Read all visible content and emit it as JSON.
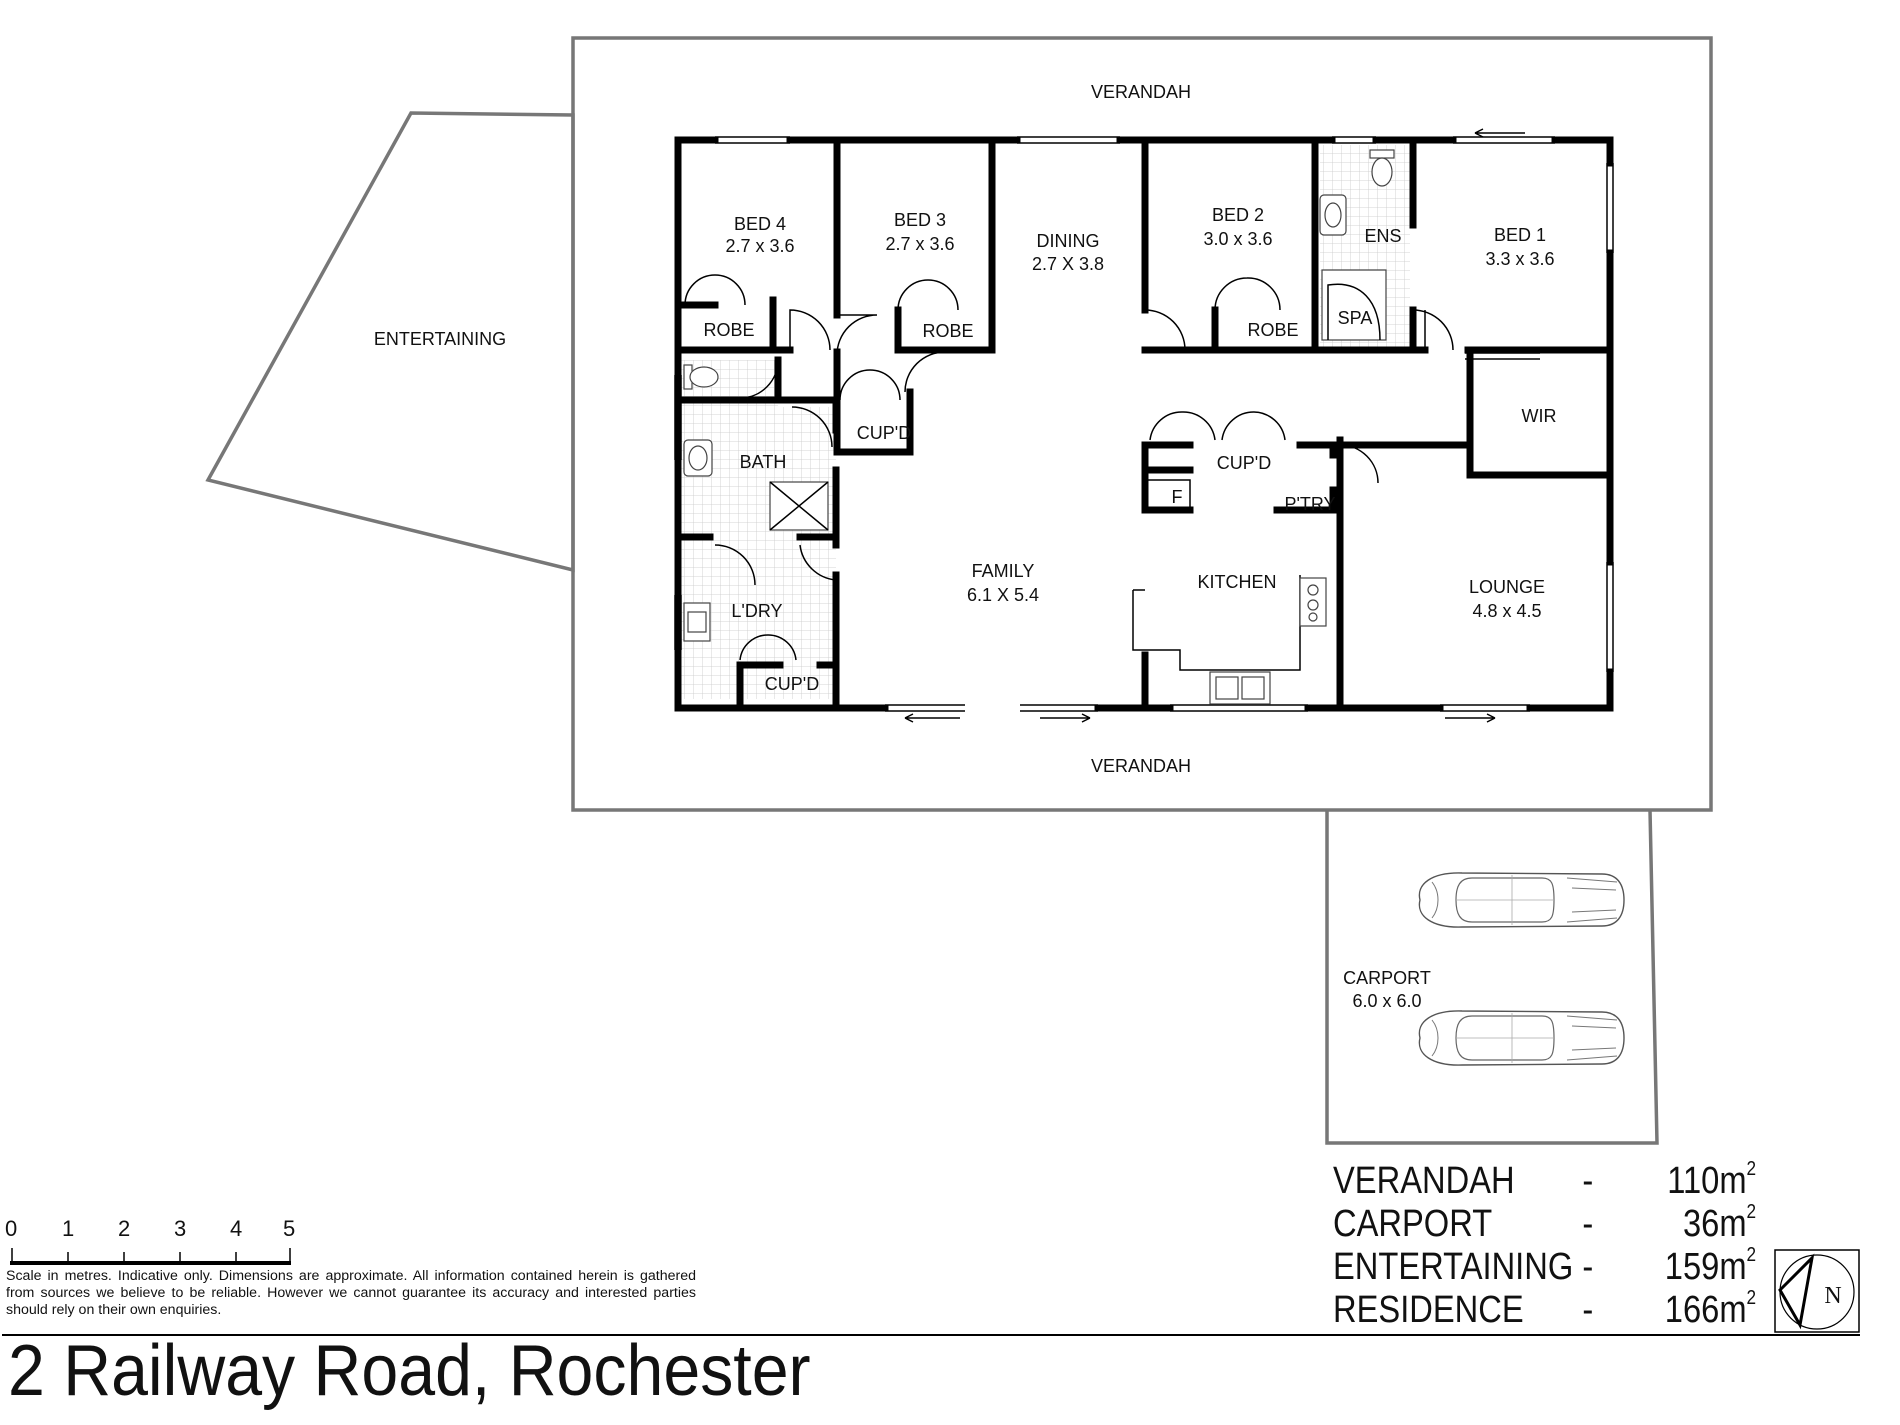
{
  "rooms": {
    "verandah_top": "VERANDAH",
    "verandah_bottom": "VERANDAH",
    "entertaining": "ENTERTAINING",
    "bed4": {
      "name": "BED 4",
      "dims": "2.7 x 3.6"
    },
    "bed3": {
      "name": "BED 3",
      "dims": "2.7 x 3.6"
    },
    "dining": {
      "name": "DINING",
      "dims": "2.7 X 3.8"
    },
    "bed2": {
      "name": "BED 2",
      "dims": "3.0 x 3.6"
    },
    "ens": "ENS",
    "spa": "SPA",
    "bed1": {
      "name": "BED 1",
      "dims": "3.3 x 3.6"
    },
    "robe1": "ROBE",
    "robe2": "ROBE",
    "robe3": "ROBE",
    "cupd_hall": "CUP'D",
    "bath": "BATH",
    "wir": "WIR",
    "cupd_kitchen": "CUP'D",
    "fridge": "F",
    "pantry": "P'TRY",
    "family": {
      "name": "FAMILY",
      "dims": "6.1 X 5.4"
    },
    "kitchen": "KITCHEN",
    "lounge": {
      "name": "LOUNGE",
      "dims": "4.8 x 4.5"
    },
    "laundry": "L'DRY",
    "cupd_laundry": "CUP'D",
    "carport": {
      "name": "CARPORT",
      "dims": "6.0 x 6.0"
    }
  },
  "areas": [
    {
      "name": "VERANDAH",
      "dash": "-",
      "value": "110m",
      "unit": "2"
    },
    {
      "name": "CARPORT",
      "dash": "-",
      "value": "36m",
      "unit": "2"
    },
    {
      "name": "ENTERTAINING",
      "dash": "-",
      "value": "159m",
      "unit": "2"
    },
    {
      "name": "RESIDENCE",
      "dash": "-",
      "value": "166m",
      "unit": "2"
    }
  ],
  "scale": {
    "ticks": [
      "0",
      "1",
      "2",
      "3",
      "4",
      "5"
    ]
  },
  "north_label": "N",
  "disclaimer": "Scale in metres. Indicative only. Dimensions are approximate. All information contained herein is gathered from sources we believe to be reliable. However we cannot guarantee its accuracy and interested parties should rely on their own enquiries.",
  "address": "2 Railway Road, Rochester",
  "icons": [
    "toilet-icon",
    "basin-icon",
    "shower-icon",
    "spa-bath-icon",
    "sink-icon",
    "cooktop-icon",
    "car-icon",
    "north-arrow-icon"
  ]
}
